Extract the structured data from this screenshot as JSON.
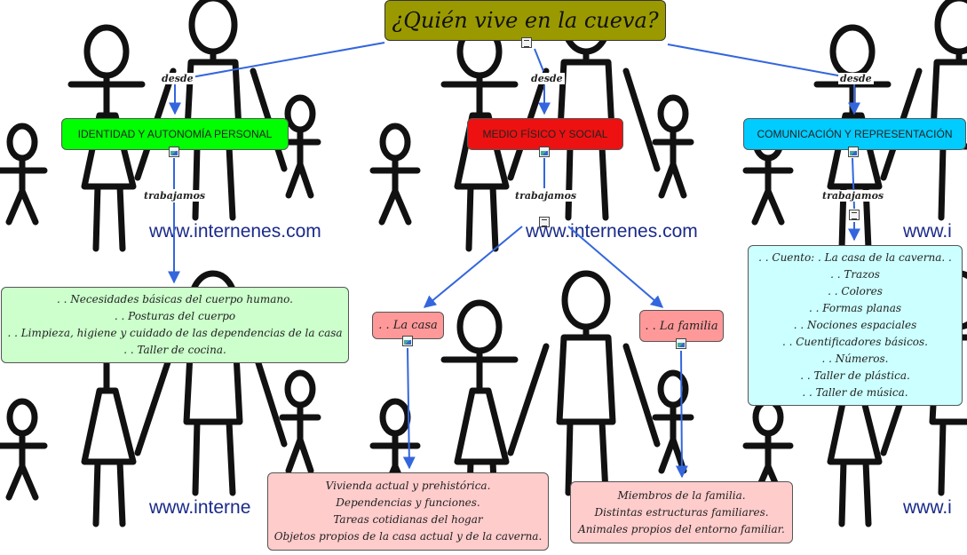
{
  "title": "¿Quién vive en la cueva?",
  "watermark": "www.internenes.com",
  "watermark_partial_1": "www.interne",
  "watermark_partial_2": "www.i",
  "link_labels": {
    "desde": "desde",
    "trabajamos": "trabajamos"
  },
  "areas": [
    {
      "label": "IDENTIDAD Y AUTONOMÍA PERSONAL",
      "color": "#00ff00"
    },
    {
      "label": "MEDIO FÍSICO Y SOCIAL",
      "color": "#ee1111"
    },
    {
      "label": "COMUNICACIÓN Y REPRESENTACIÓN",
      "color": "#00ccff"
    }
  ],
  "identidad_contents": [
    ". . Necesidades básicas del cuerpo humano.",
    ". . Posturas del cuerpo",
    ". . Limpieza, higiene y cuidado de las dependencias de la casa",
    ". . Taller de cocina."
  ],
  "medio_subtopics": [
    {
      "label": ". . La casa"
    },
    {
      "label": ". . La familia"
    }
  ],
  "casa_contents": [
    "Vivienda actual y prehistórica.",
    "Dependencias y funciones.",
    "Tareas cotidianas del hogar",
    "Objetos propios de la casa actual y de la caverna."
  ],
  "familia_contents": [
    "Miembros de la familia.",
    "Distintas estructuras familiares.",
    "Animales propios del entorno familiar."
  ],
  "comunicacion_contents": [
    ". . Cuento: . La casa de la caverna. .",
    ". . Trazos",
    ". . Colores",
    ". . Formas planas",
    ". . Nociones espaciales",
    ". . Cuentificadores básicos.",
    ". . Números.",
    ". . Taller de plástica.",
    ". . Taller de música."
  ],
  "colors": {
    "title_bg": "#9a9a00",
    "pale_green": "#ccffcc",
    "pale_pink": "#ffcccc",
    "salmon": "#ff9999",
    "pale_cyan": "#ccffff",
    "link": "#3366dd"
  }
}
